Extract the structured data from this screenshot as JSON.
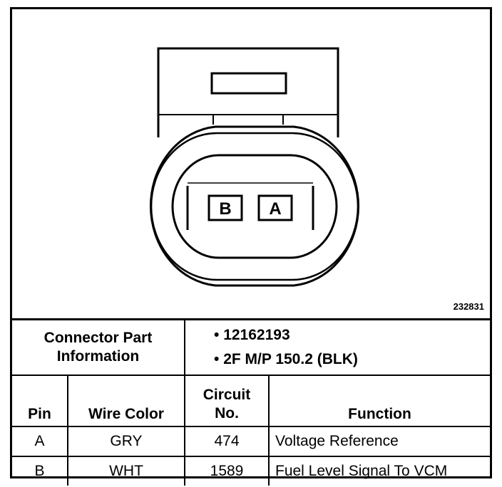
{
  "figure": {
    "number": "232831"
  },
  "connector": {
    "pins": [
      "B",
      "A"
    ]
  },
  "table": {
    "part_info_label_line1": "Connector Part",
    "part_info_label_line2": "Information",
    "part_info": [
      "12162193",
      "2F M/P 150.2 (BLK)"
    ],
    "headers": {
      "pin": "Pin",
      "wire_color": "Wire Color",
      "circuit_line1": "Circuit",
      "circuit_line2": "No.",
      "function": "Function"
    },
    "rows": [
      {
        "pin": "A",
        "wire_color": "GRY",
        "circuit": "474",
        "function": "Voltage Reference"
      },
      {
        "pin": "B",
        "wire_color": "WHT",
        "circuit": "1589",
        "function": "Fuel Level Signal To VCM"
      }
    ]
  }
}
